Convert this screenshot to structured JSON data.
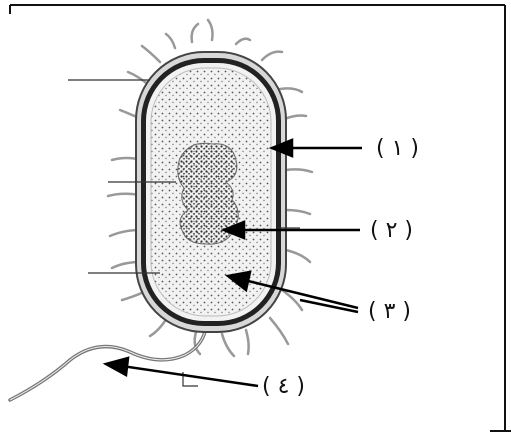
{
  "labels": [
    {
      "id": "label-1",
      "text": "( ١ )"
    },
    {
      "id": "label-2",
      "text": "( ٢ )"
    },
    {
      "id": "label-3",
      "text": "( ٣ )"
    },
    {
      "id": "label-4",
      "text": "( ٤ )"
    }
  ]
}
